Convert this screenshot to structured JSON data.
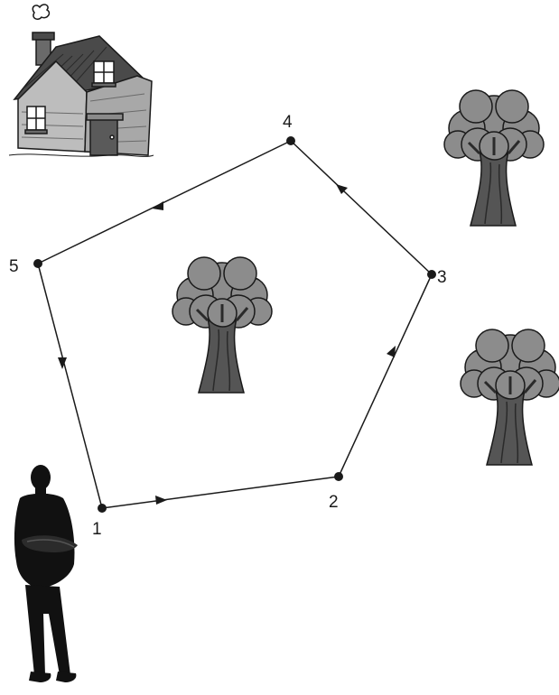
{
  "points": [
    {
      "label": "1"
    },
    {
      "label": "2"
    },
    {
      "label": "3"
    },
    {
      "label": "4"
    },
    {
      "label": "5"
    }
  ],
  "path_direction": "1→2→3→4→5→1",
  "objects": [
    "house",
    "tree",
    "tree",
    "tree",
    "person"
  ],
  "colors": {
    "line": "#1a1a1a",
    "tree_canopy": "#8c8c8c",
    "tree_trunk": "#555555",
    "house_wall": "#bdbdbd",
    "house_roof": "#4a4a4a",
    "person": "#111111"
  }
}
